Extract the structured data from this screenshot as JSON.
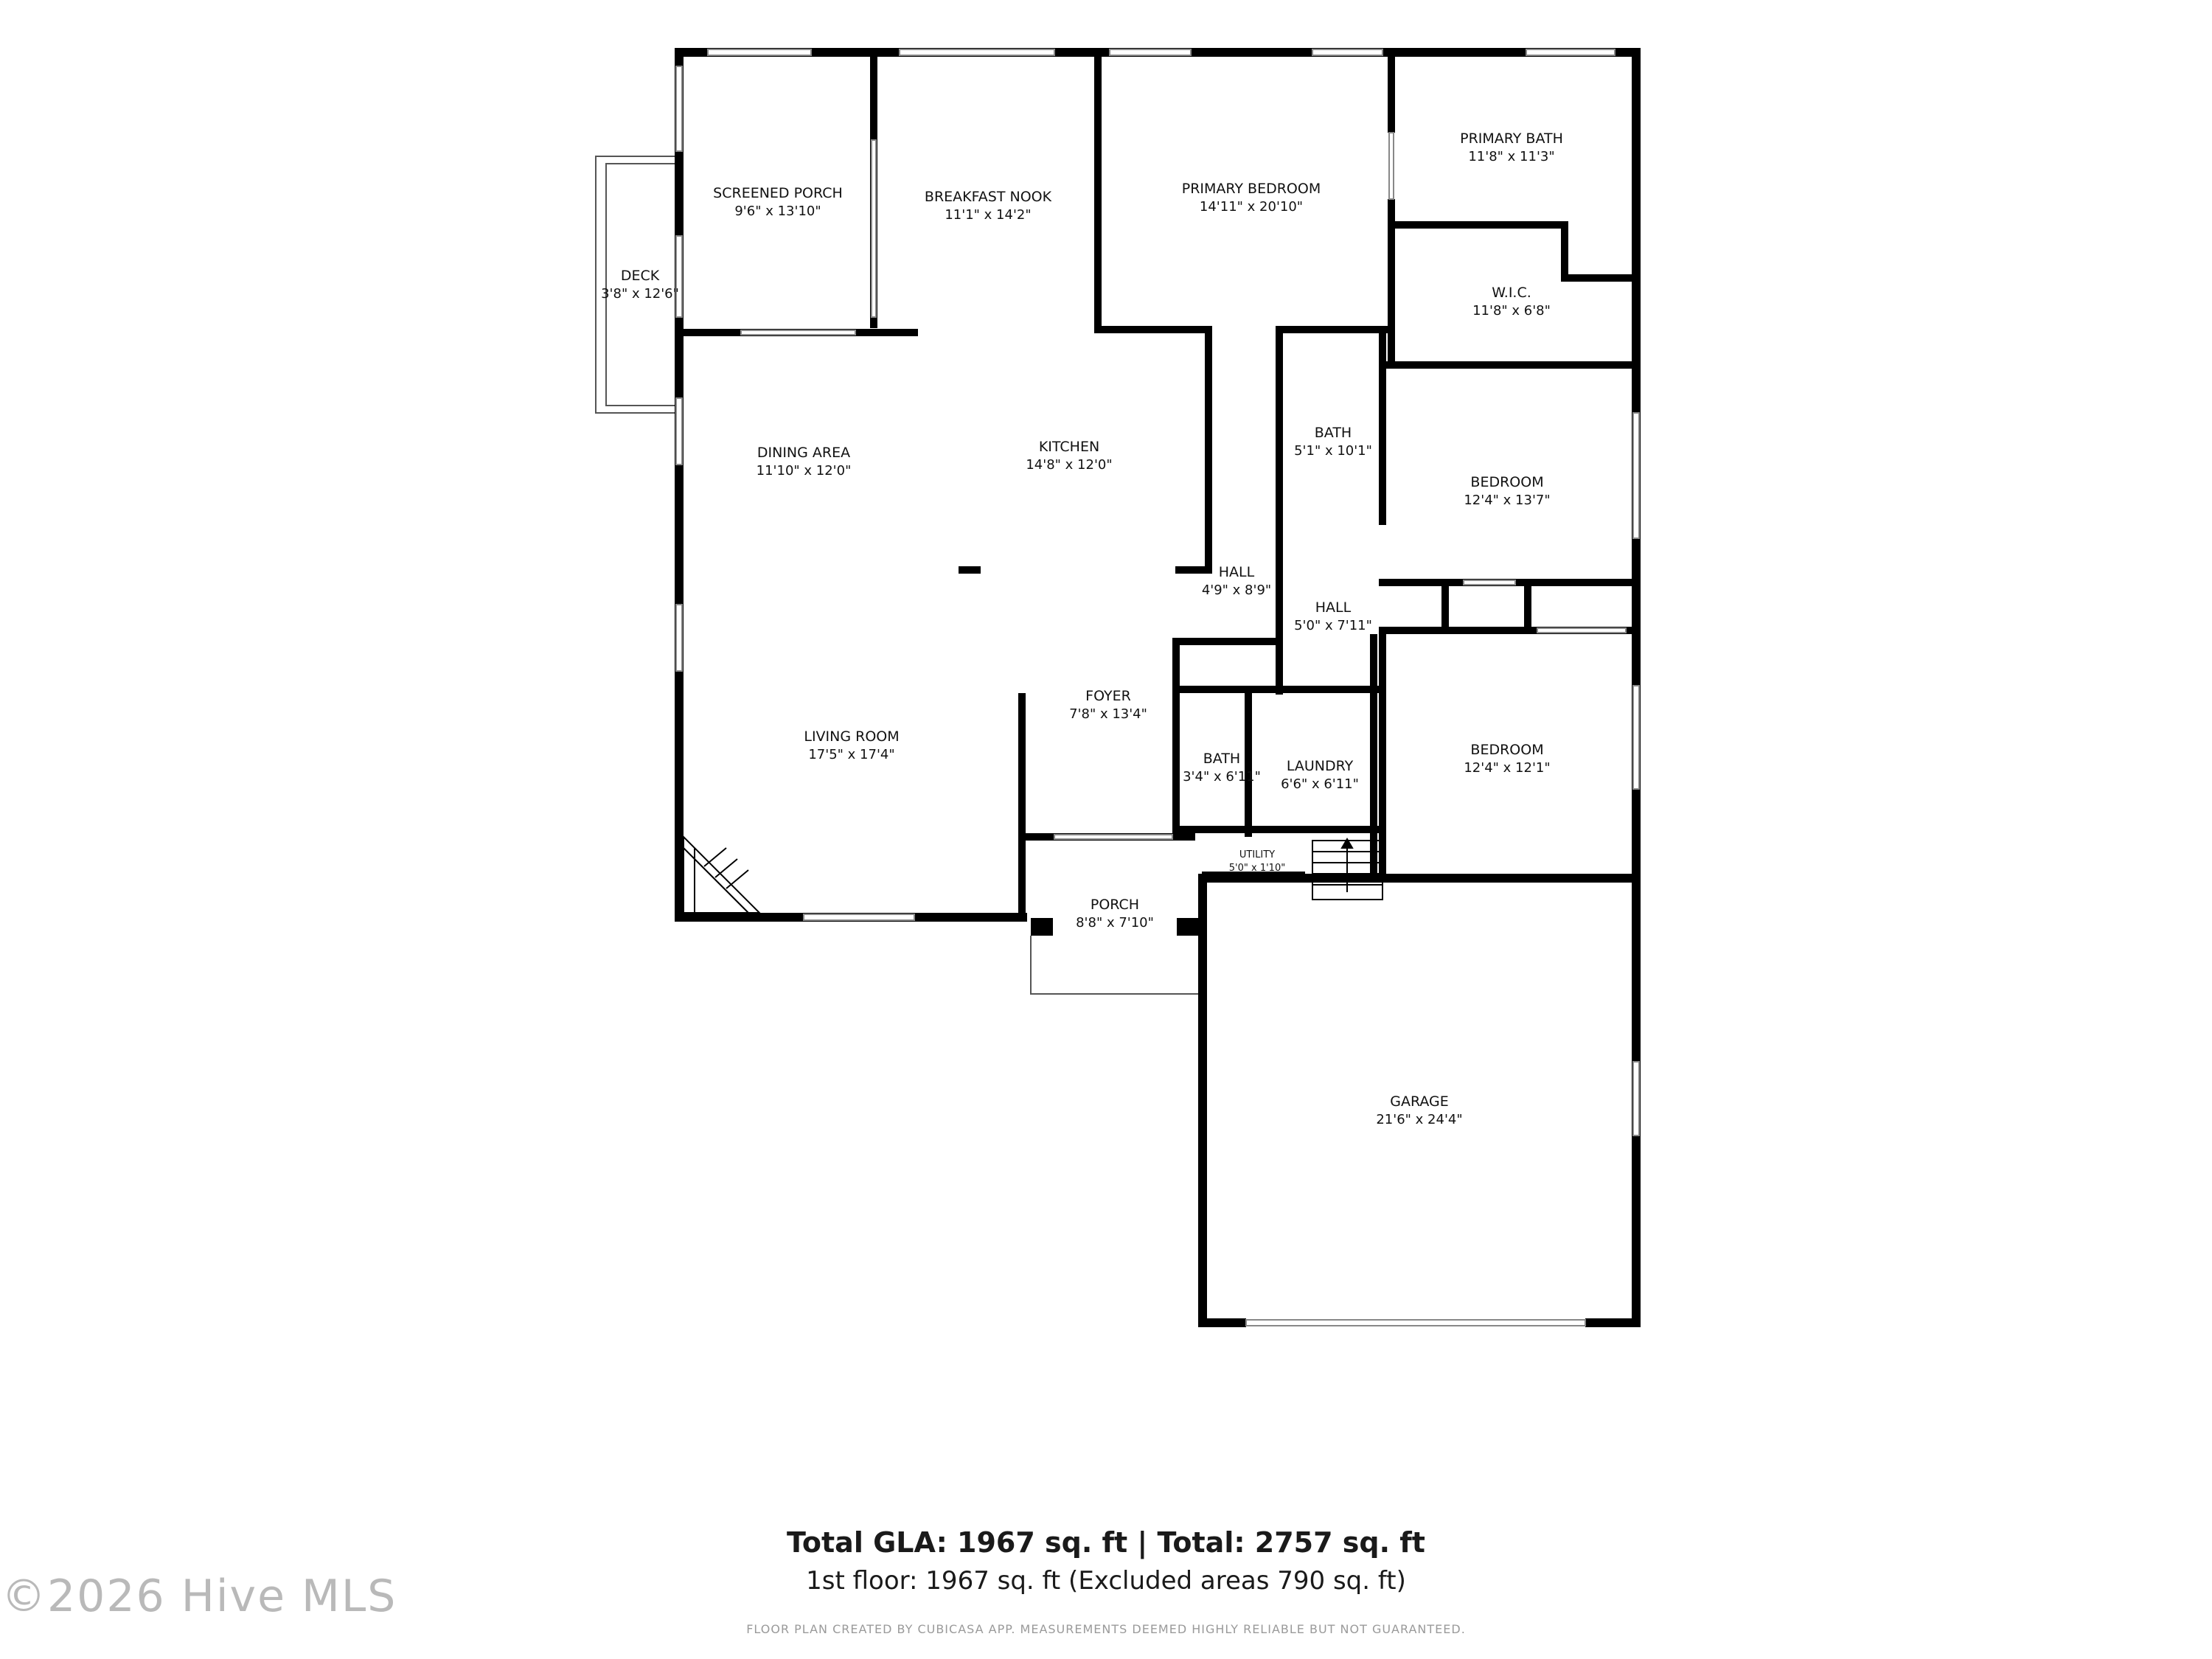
{
  "rooms": {
    "screened_porch": {
      "name": "SCREENED PORCH",
      "dim": "9'6\" x 13'10\""
    },
    "breakfast_nook": {
      "name": "BREAKFAST NOOK",
      "dim": "11'1\" x 14'2\""
    },
    "primary_bedroom": {
      "name": "PRIMARY BEDROOM",
      "dim": "14'11\" x 20'10\""
    },
    "primary_bath": {
      "name": "PRIMARY BATH",
      "dim": "11'8\" x 11'3\""
    },
    "wic": {
      "name": "W.I.C.",
      "dim": "11'8\" x 6'8\""
    },
    "deck": {
      "name": "DECK",
      "dim": "3'8\" x 12'6\""
    },
    "dining_area": {
      "name": "DINING AREA",
      "dim": "11'10\" x 12'0\""
    },
    "kitchen": {
      "name": "KITCHEN",
      "dim": "14'8\" x 12'0\""
    },
    "bath_hall": {
      "name": "BATH",
      "dim": "5'1\" x 10'1\""
    },
    "bedroom_1": {
      "name": "BEDROOM",
      "dim": "12'4\" x 13'7\""
    },
    "hall_1": {
      "name": "HALL",
      "dim": "4'9\" x 8'9\""
    },
    "hall_2": {
      "name": "HALL",
      "dim": "5'0\" x 7'11\""
    },
    "living_room": {
      "name": "LIVING ROOM",
      "dim": "17'5\" x 17'4\""
    },
    "foyer": {
      "name": "FOYER",
      "dim": "7'8\" x 13'4\""
    },
    "bath_small": {
      "name": "BATH",
      "dim": "3'4\" x 6'11\""
    },
    "laundry": {
      "name": "LAUNDRY",
      "dim": "6'6\" x 6'11\""
    },
    "bedroom_2": {
      "name": "BEDROOM",
      "dim": "12'4\" x 12'1\""
    },
    "utility": {
      "name": "UTILITY",
      "dim": "5'0\" x 1'10\""
    },
    "porch": {
      "name": "PORCH",
      "dim": "8'8\" x 7'10\""
    },
    "garage": {
      "name": "GARAGE",
      "dim": "21'6\" x 24'4\""
    }
  },
  "summary": {
    "total": "Total GLA: 1967 sq. ft | Total: 2757 sq. ft",
    "floor": "1st floor: 1967 sq. ft (Excluded areas 790 sq. ft)",
    "disclaimer": "FLOOR PLAN CREATED BY CUBICASA APP. MEASUREMENTS DEEMED HIGHLY RELIABLE BUT NOT GUARANTEED."
  },
  "watermark": "©2026 Hive MLS",
  "colors": {
    "wall": "#000000",
    "window": "#888888",
    "text": "#111111"
  }
}
